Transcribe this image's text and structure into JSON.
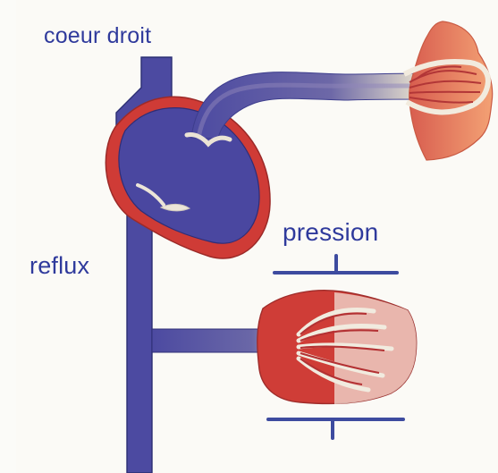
{
  "diagram": {
    "labels": {
      "top": "coeur droit",
      "left": "reflux",
      "right": "pression"
    },
    "colors": {
      "vessel_blue": "#4c4aa1",
      "vessel_light": "#ece5cf",
      "heart_red": "#d63f3a",
      "tissue_orange": "#ef8d64",
      "text_blue": "#2f3a9c"
    }
  }
}
